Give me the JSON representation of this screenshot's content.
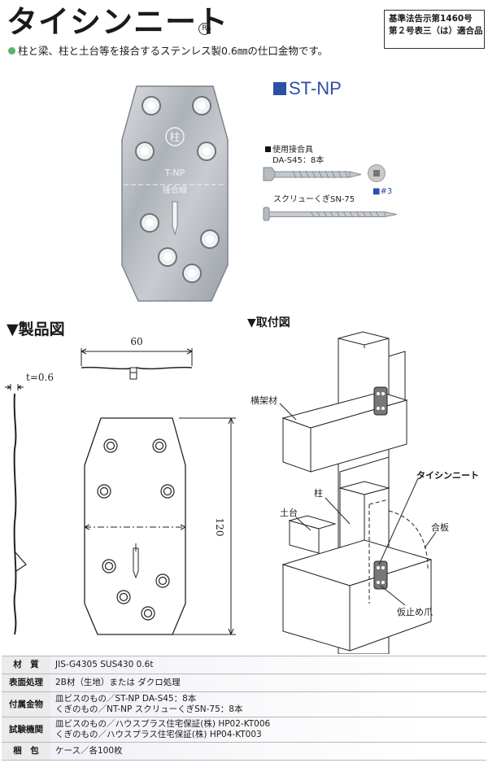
{
  "header": {
    "title": "タイシンニート",
    "registered_mark": "R",
    "cert_line1": "基準法告示第1460号",
    "cert_line2": "第２号表三（は）適合品",
    "subtitle": "柱と梁、柱と土台等を接合するステンレス製0.6㎜の仕口金物です。"
  },
  "product": {
    "model": "ST-NP",
    "plate_char": "柱",
    "plate_text1": "T-NP",
    "plate_text2": "接合線"
  },
  "fasteners": {
    "heading": "使用接合具",
    "screw1": "DA-S45：8本",
    "screw2": "スクリューくぎSN-75",
    "drive": "#3"
  },
  "sections": {
    "drawing": "▼製品図",
    "install": "▼取付図"
  },
  "drawing": {
    "width_label": "60",
    "thickness_label": "t=0.6",
    "height_label": "120"
  },
  "install": {
    "beam": "横架材",
    "product": "タイシンニート",
    "column": "柱",
    "sill": "土台",
    "plywood": "合板",
    "tab": "仮止め爪"
  },
  "spec_table": [
    {
      "key": "材　質",
      "lines": [
        "JIS-G4305  SUS430  0.6t"
      ]
    },
    {
      "key": "表面処理",
      "lines": [
        "2B材（生地）または ダクロ処理"
      ]
    },
    {
      "key": "付属金物",
      "lines": [
        "皿ビスのもの／ST-NP  DA-S45：8本",
        "くぎのもの／NT-NP  スクリューくぎSN-75：8本"
      ]
    },
    {
      "key": "試験機関",
      "lines": [
        "皿ビスのもの／ハウスプラス住宅保証(株) HP02-KT006",
        "くぎのもの／ハウスプラス住宅保証(株) HP04-KT003"
      ]
    },
    {
      "key": "梱　包",
      "lines": [
        "ケース／各100枚"
      ]
    }
  ]
}
